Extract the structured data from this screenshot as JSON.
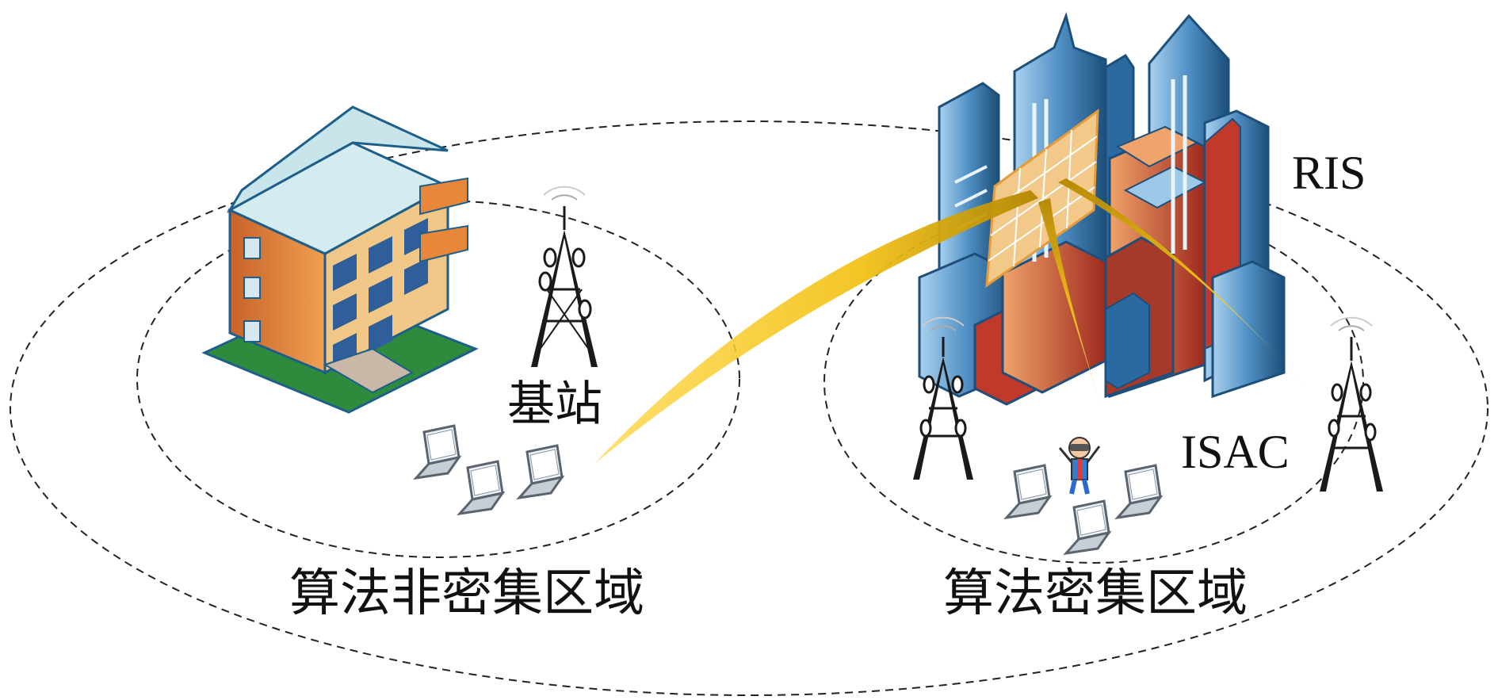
{
  "labels": {
    "base_station": "基站",
    "ris": "RIS",
    "isac": "ISAC",
    "sparse_zone": "算法非密集区域",
    "dense_zone": "算法密集区域"
  },
  "colors": {
    "beam": "#f2c21a",
    "beam_dark": "#b38600",
    "ris_panel": "#f3c98a",
    "building_blue": "#3f7fb5",
    "building_dark": "#1d4f7a",
    "building_light": "#a9d1ee",
    "building_red": "#c0392b",
    "building_orange": "#e07b39",
    "house_orange": "#e8873a",
    "house_roof": "#d4ecf0",
    "tower": "#1a1a1a",
    "laptop": "#8a94a0"
  }
}
